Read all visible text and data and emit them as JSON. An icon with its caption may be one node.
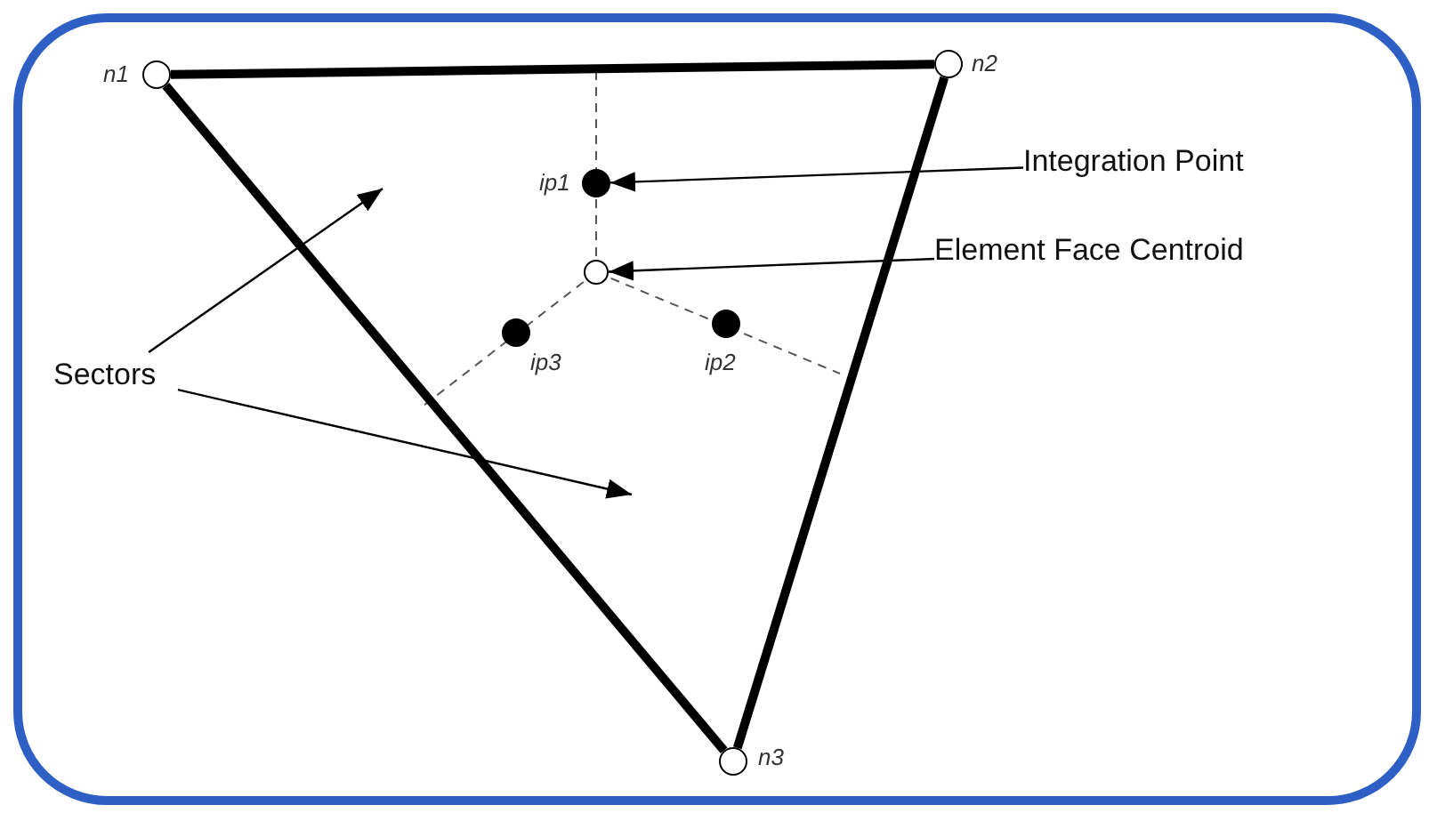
{
  "diagram": {
    "nodes": [
      {
        "text": [],
        "shape": "circle",
        "beside": [
          "n1"
        ]
      },
      {
        "text": [],
        "shape": "circle",
        "beside": [
          "n2"
        ]
      },
      {
        "text": [],
        "shape": "circle",
        "beside": [
          "n3"
        ]
      },
      {
        "text": [],
        "shape": "circle",
        "beside": [
          "ip1"
        ]
      },
      {
        "text": [],
        "shape": "circle"
      },
      {
        "text": [],
        "shape": "circle",
        "beside": [
          "ip3"
        ]
      },
      {
        "text": [],
        "shape": "circle",
        "beside": [
          "ip2"
        ]
      },
      {
        "text": [
          "Integration Point"
        ]
      },
      {
        "text": [
          "Element Face Centroid"
        ]
      },
      {
        "text": [
          "Sectors"
        ]
      }
    ],
    "edges": [
      {
        "from": 0,
        "to": 1,
        "arrow": "none",
        "style": "thick"
      },
      {
        "from": 0,
        "to": 2,
        "arrow": "none",
        "style": "thick"
      },
      {
        "from": 1,
        "to": 2,
        "arrow": "none",
        "style": "thick"
      },
      {
        "from": 7,
        "to": 3,
        "arrow": "to"
      },
      {
        "from": 8,
        "to": 4,
        "arrow": "to"
      },
      {
        "from": 9,
        "to": null,
        "arrow": "to"
      },
      {
        "from": 9,
        "to": null,
        "arrow": "to"
      }
    ]
  }
}
